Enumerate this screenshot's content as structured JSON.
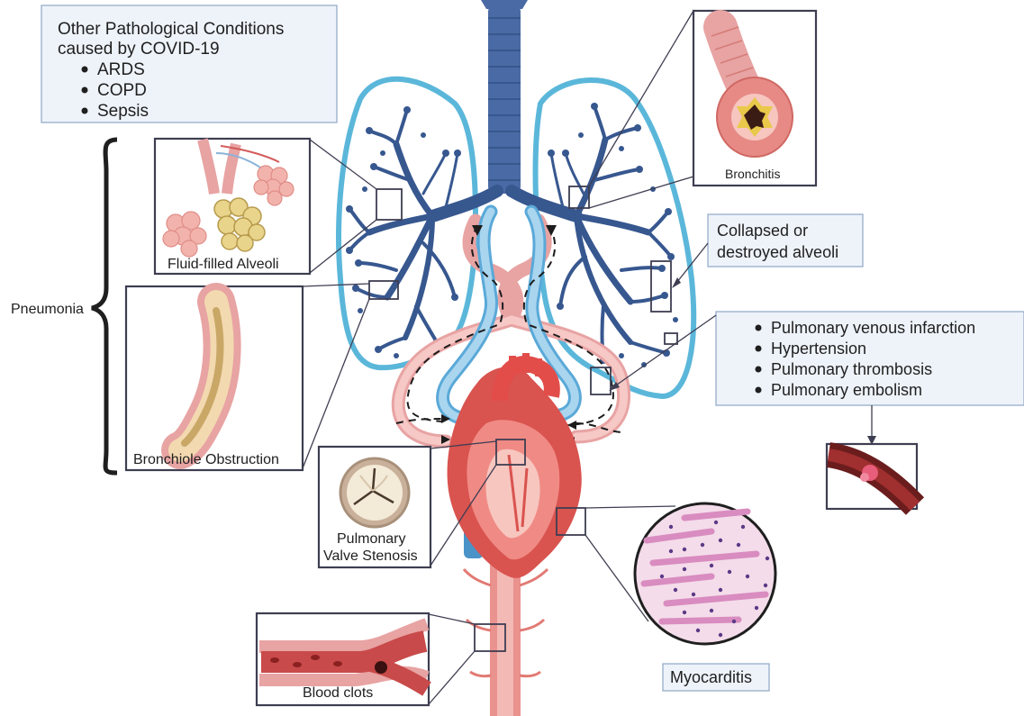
{
  "other_conditions": {
    "title_line1": "Other Pathological Conditions",
    "title_line2": "caused by COVID-19",
    "items": [
      "ARDS",
      "COPD",
      "Sepsis"
    ]
  },
  "pneumonia_label": "Pneumonia",
  "fluid_filled_alveoli_label": "Fluid-filled Alveoli",
  "bronchiole_obstruction_label": "Bronchiole Obstruction",
  "bronchitis_label": "Bronchitis",
  "collapsed_alveoli": {
    "line1": "Collapsed or",
    "line2": "destroyed alveoli"
  },
  "pulmonary_conditions": [
    "Pulmonary venous infarction",
    "Hypertension",
    "Pulmonary thrombosis",
    "Pulmonary embolism"
  ],
  "valve_label": {
    "line1": "Pulmonary",
    "line2": "Valve Stenosis"
  },
  "blood_clots_label": "Blood clots",
  "myocarditis_label": "Myocarditis",
  "colors": {
    "airway": "#37578f",
    "lung_outline": "#5bb7da",
    "artery_pink": "#e8a3a3",
    "vein_blue": "#5aa9d8",
    "heart_red": "#d9534f",
    "box_fill": "#eef3fa",
    "frame": "#3e3e52"
  }
}
